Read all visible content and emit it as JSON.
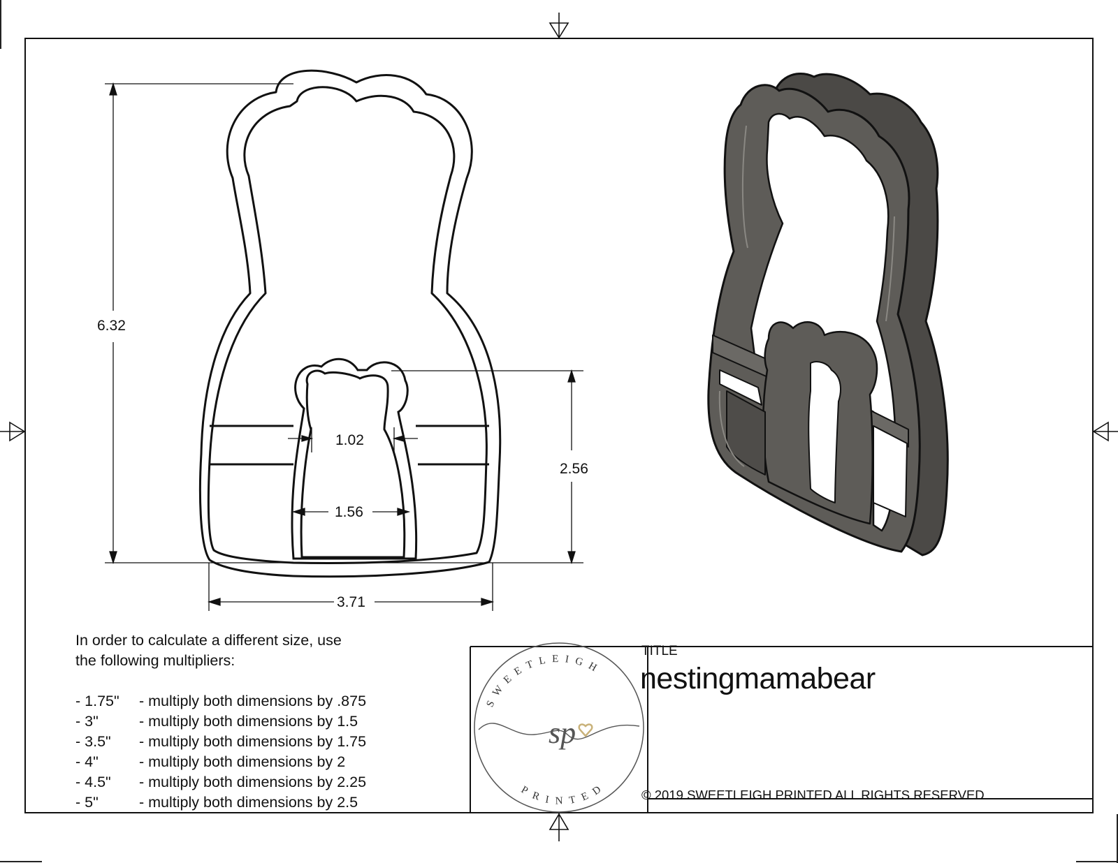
{
  "drawing": {
    "title_label": "TITLE",
    "title": "nestingmamabear",
    "copyright": "© 2019  SWEETLEIGH PRINTED  ALL RIGHTS RESERVED",
    "logo": {
      "arc_top_text": "SWEETLEIGH",
      "arc_bottom_text": "PRINTED",
      "monogram": "sp",
      "heart_color": "#c9b27a",
      "ink_color": "#555555"
    }
  },
  "dimensions": {
    "overall_height": "6.32",
    "overall_width": "3.71",
    "inner_bear_height": "2.56",
    "inner_bear_neck_width": "1.02",
    "inner_bear_body_width": "1.56"
  },
  "notes": {
    "intro_line1": "In order to calculate a different size, use",
    "intro_line2": "the following multipliers:",
    "multipliers": [
      {
        "size": "- 1.75\"",
        "text": "- multiply both dimensions by .875"
      },
      {
        "size": "- 3\"",
        "text": "- multiply both dimensions by 1.5"
      },
      {
        "size": "- 3.5\"",
        "text": "- multiply both dimensions by 1.75"
      },
      {
        "size": "- 4\"",
        "text": "- multiply both dimensions by 2"
      },
      {
        "size": "- 4.5\"",
        "text": "- multiply both dimensions by 2.25"
      },
      {
        "size": "- 5\"",
        "text": "- multiply both dimensions by 2.5"
      }
    ]
  },
  "colors": {
    "line": "#111111",
    "cutter_fill": "#5e5c58",
    "cutter_light": "#8a8883",
    "cutter_dark": "#3f3d3a"
  }
}
